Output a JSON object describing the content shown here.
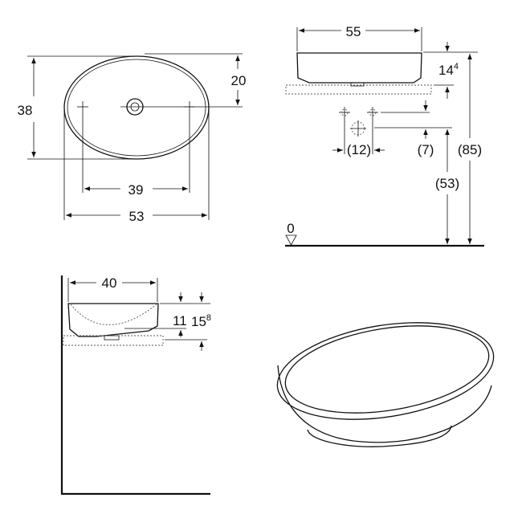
{
  "top_view": {
    "depth": "38",
    "hole_offset": "20",
    "tap_spacing": "39",
    "width": "53"
  },
  "front_view": {
    "width": "55",
    "height_main": "14",
    "height_sup": "4",
    "tap_spacing": "(12)",
    "tap_height": "(7)",
    "outlet_height": "(53)",
    "total_height": "(85)",
    "floor_level": "0"
  },
  "side_view": {
    "depth": "40",
    "inner_height": "11",
    "height_main": "15",
    "height_sup": "8"
  }
}
